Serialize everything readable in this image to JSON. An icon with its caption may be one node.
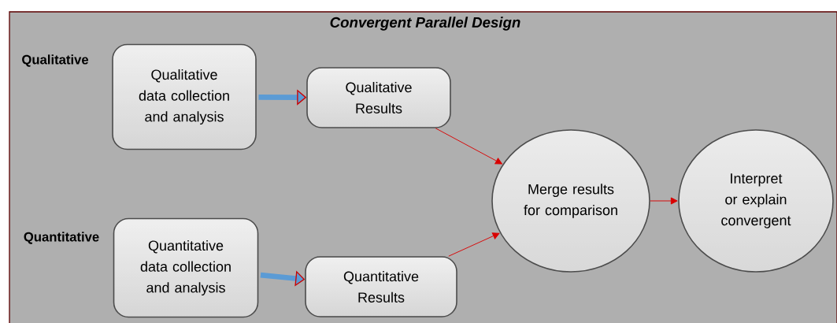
{
  "diagram": {
    "title": "Convergent Parallel Design",
    "nodes": [
      {
        "text": [
          "Qualitative data collection and analysis"
        ]
      },
      {
        "text": [
          "Qualitative Results"
        ]
      },
      {
        "text": [
          "Quantitative data collection and analysis"
        ]
      },
      {
        "text": [
          "Quantitative Results"
        ]
      },
      {
        "text": [
          "Merge results for comparison"
        ]
      },
      {
        "text": [
          "Interpret or explain convergent"
        ]
      }
    ],
    "edges": [
      {
        "from": 0,
        "to": 1,
        "arrow": "to",
        "style": "thick",
        "color": "#5b9bd5"
      },
      {
        "from": 1,
        "to": 4,
        "arrow": "to"
      },
      {
        "from": 2,
        "to": 3,
        "arrow": "to",
        "style": "thick",
        "color": "#5b9bd5"
      },
      {
        "from": 3,
        "to": 4,
        "arrow": "to"
      },
      {
        "from": 4,
        "to": 5,
        "arrow": "to"
      }
    ],
    "labels": [
      "Qualitative",
      "Quantitative"
    ]
  }
}
